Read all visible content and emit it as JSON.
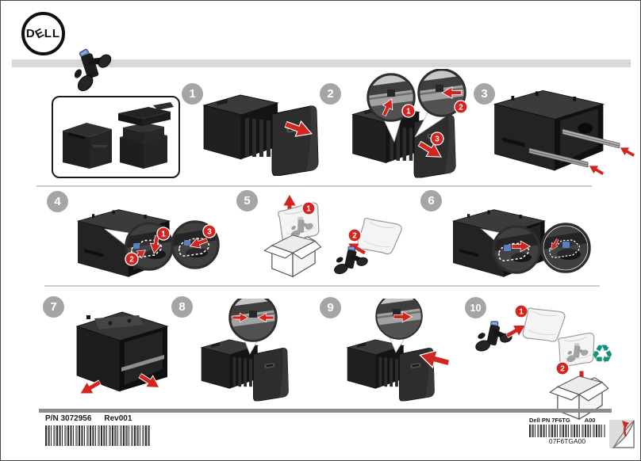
{
  "logo": {
    "letters": [
      "D",
      "E",
      "L",
      "L"
    ]
  },
  "steps": [
    {
      "number": "1"
    },
    {
      "number": "2",
      "labels": [
        "1",
        "2",
        "3"
      ]
    },
    {
      "number": "3"
    },
    {
      "number": "4",
      "labels": [
        "1",
        "2",
        "3"
      ]
    },
    {
      "number": "5",
      "labels": [
        "1",
        "2"
      ]
    },
    {
      "number": "6"
    },
    {
      "number": "7"
    },
    {
      "number": "8"
    },
    {
      "number": "9"
    },
    {
      "number": "10",
      "labels": [
        "1",
        "2"
      ]
    }
  ],
  "footer": {
    "left": {
      "part_number": "P/N 3072956",
      "revision": "Rev001"
    },
    "right": {
      "part_number": "Dell PN 7F6TG",
      "revision": "A00",
      "barcode_text": "07F6TGA00"
    }
  },
  "icons": {
    "recycle": "♻"
  },
  "colors": {
    "accent_red": "#d2251f",
    "badge_gray": "#a5a5a5",
    "recycle_teal": "#16917c",
    "top_bar_gray": "#d8d8d8",
    "bottom_bar_gray": "#8c8c8c"
  }
}
